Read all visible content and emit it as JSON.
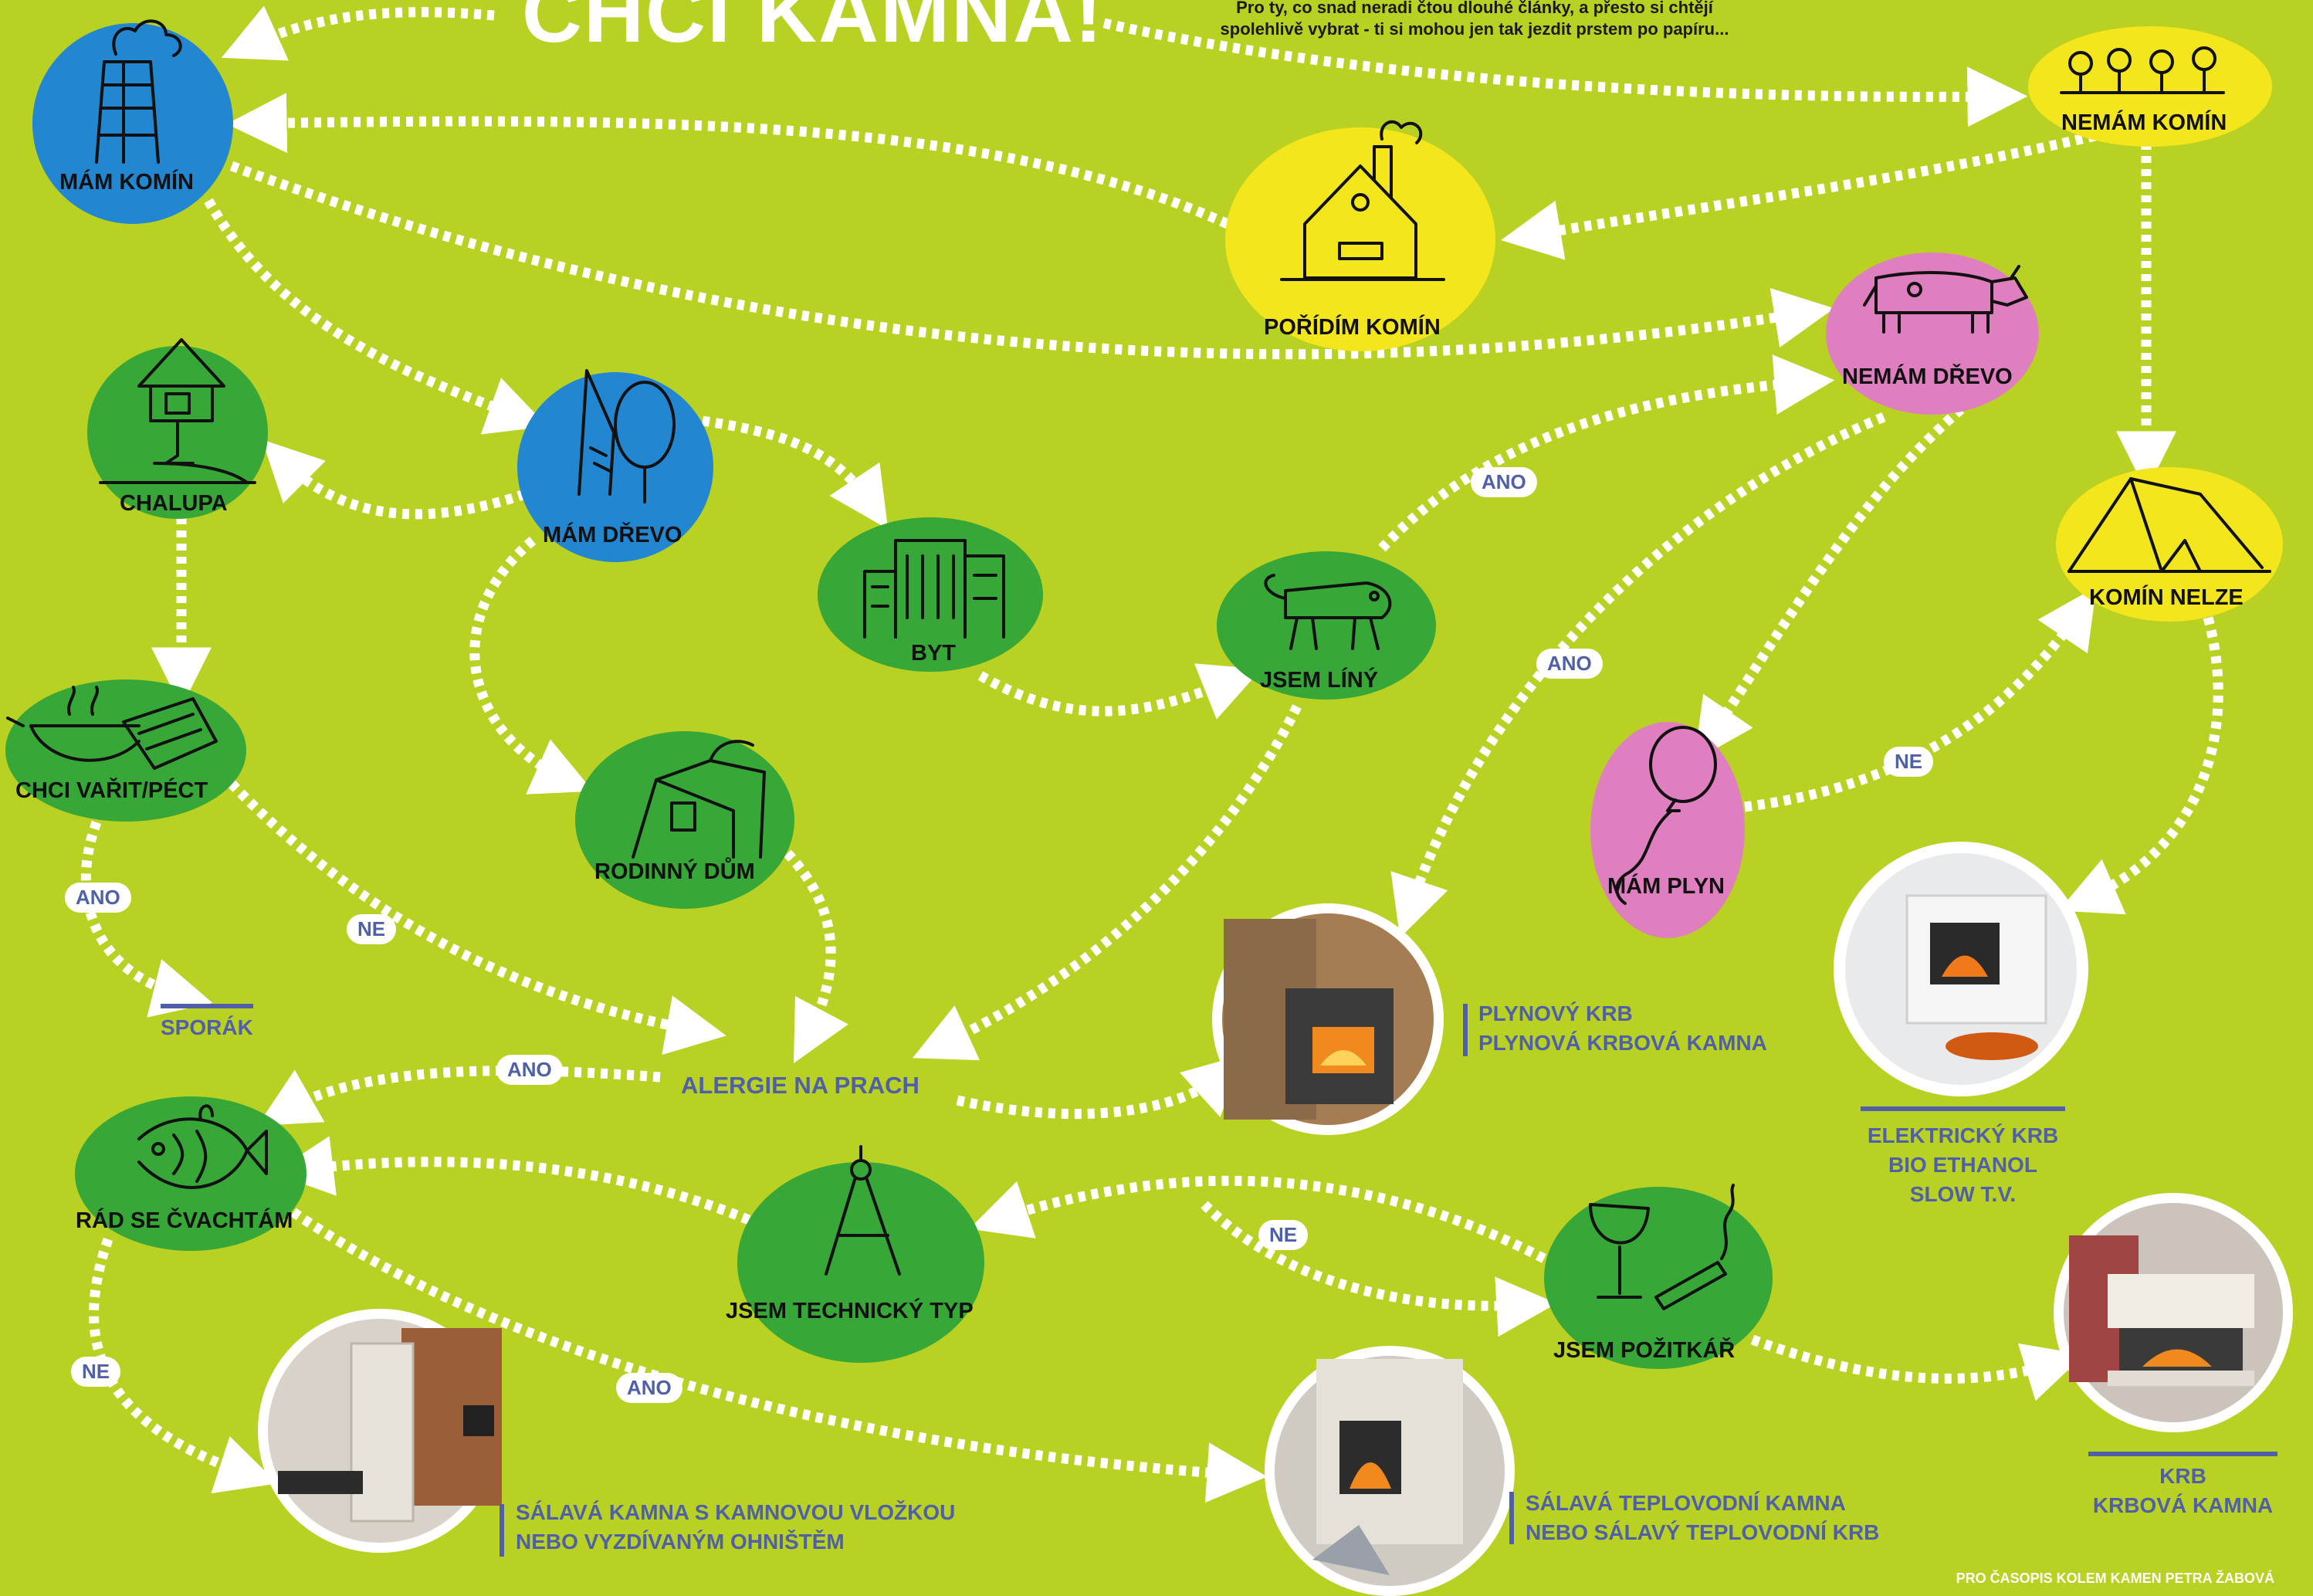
{
  "title": "CHCI KAMNA!",
  "subtitle": "Pro ty, co snad neradi čtou dlouhé články, a přesto si chtějí spolehlivě vybrat - ti si mohou jen tak jezdit prstem po papíru...",
  "colors": {
    "background": "#b9d122",
    "blue": "#2286d0",
    "yellow": "#f3e61c",
    "green": "#37a737",
    "pink": "#e07fbf",
    "label_blue": "#5060a8",
    "arrow": "#ffffff"
  },
  "nodes": {
    "mam_komin": {
      "label": "MÁM KOMÍN",
      "color": "blue",
      "icon": "chimney-icon"
    },
    "nemam_komin": {
      "label": "NEMÁM KOMÍN",
      "color": "yellow",
      "icon": "flowers-icon"
    },
    "poridim_komin": {
      "label": "POŘÍDÍM KOMÍN",
      "color": "yellow",
      "icon": "house-icon"
    },
    "nemam_drevo": {
      "label": "NEMÁM DŘEVO",
      "color": "pink",
      "icon": "cow-icon"
    },
    "chalupa": {
      "label": "CHALUPA",
      "color": "green",
      "icon": "cottage-icon"
    },
    "mam_drevo": {
      "label": "MÁM DŘEVO",
      "color": "blue",
      "icon": "trees-icon"
    },
    "byt": {
      "label": "BYT",
      "color": "green",
      "icon": "apartments-icon"
    },
    "jsem_liny": {
      "label": "JSEM LÍNÝ",
      "color": "green",
      "icon": "pig-icon"
    },
    "komin_nelze": {
      "label": "KOMÍN NELZE",
      "color": "yellow",
      "icon": "tent-icon"
    },
    "chci_varit": {
      "label": "CHCI VAŘIT/PÉCT",
      "color": "green",
      "icon": "pans-icon"
    },
    "rodinny_dum": {
      "label": "RODINNÝ DŮM",
      "color": "green",
      "icon": "family-house-icon"
    },
    "mam_plyn": {
      "label": "MÁM PLYN",
      "color": "pink",
      "icon": "balloon-icon"
    },
    "rad_se_cvachtam": {
      "label": "RÁD SE ČVACHTÁM",
      "color": "green",
      "icon": "fish-icon"
    },
    "jsem_technicky_typ": {
      "label": "JSEM TECHNICKÝ TYP",
      "color": "green",
      "icon": "compass-icon"
    },
    "jsem_pozitkar": {
      "label": "JSEM POŽITKÁŘ",
      "color": "green",
      "icon": "wine-cigar-icon"
    }
  },
  "choices": {
    "ano1": "ANO",
    "ano2": "ANO",
    "ne_plyn": "NE",
    "ano_sporak": "ANO",
    "ne_alergie": "NE",
    "ano_alergie": "ANO",
    "ne_technik": "NE",
    "ne_cvachtam": "NE",
    "ano_cvachtam": "ANO"
  },
  "outcomes": {
    "sporak": "SPORÁK",
    "alergie": "ALERGIE NA PRACH",
    "plynovy": [
      "PLYNOVÝ KRB",
      "PLYNOVÁ KRBOVÁ KAMNA"
    ],
    "elektricky": [
      "ELEKTRICKÝ KRB",
      "BIO ETHANOL",
      "SLOW T.V."
    ],
    "salava": [
      "SÁLAVÁ KAMNA S KAMNOVOU VLOŽKOU",
      "NEBO VYZDÍVANÝM OHNIŠTĚM"
    ],
    "teplovodni": [
      "SÁLAVÁ TEPLOVODNÍ KAMNA",
      "NEBO SÁLAVÝ TEPLOVODNÍ KRB"
    ],
    "krb": [
      "KRB",
      "KRBOVÁ KAMNA"
    ]
  },
  "credit": "PRO ČASOPIS KOLEM KAMEN PETRA ŽABOVÁ"
}
